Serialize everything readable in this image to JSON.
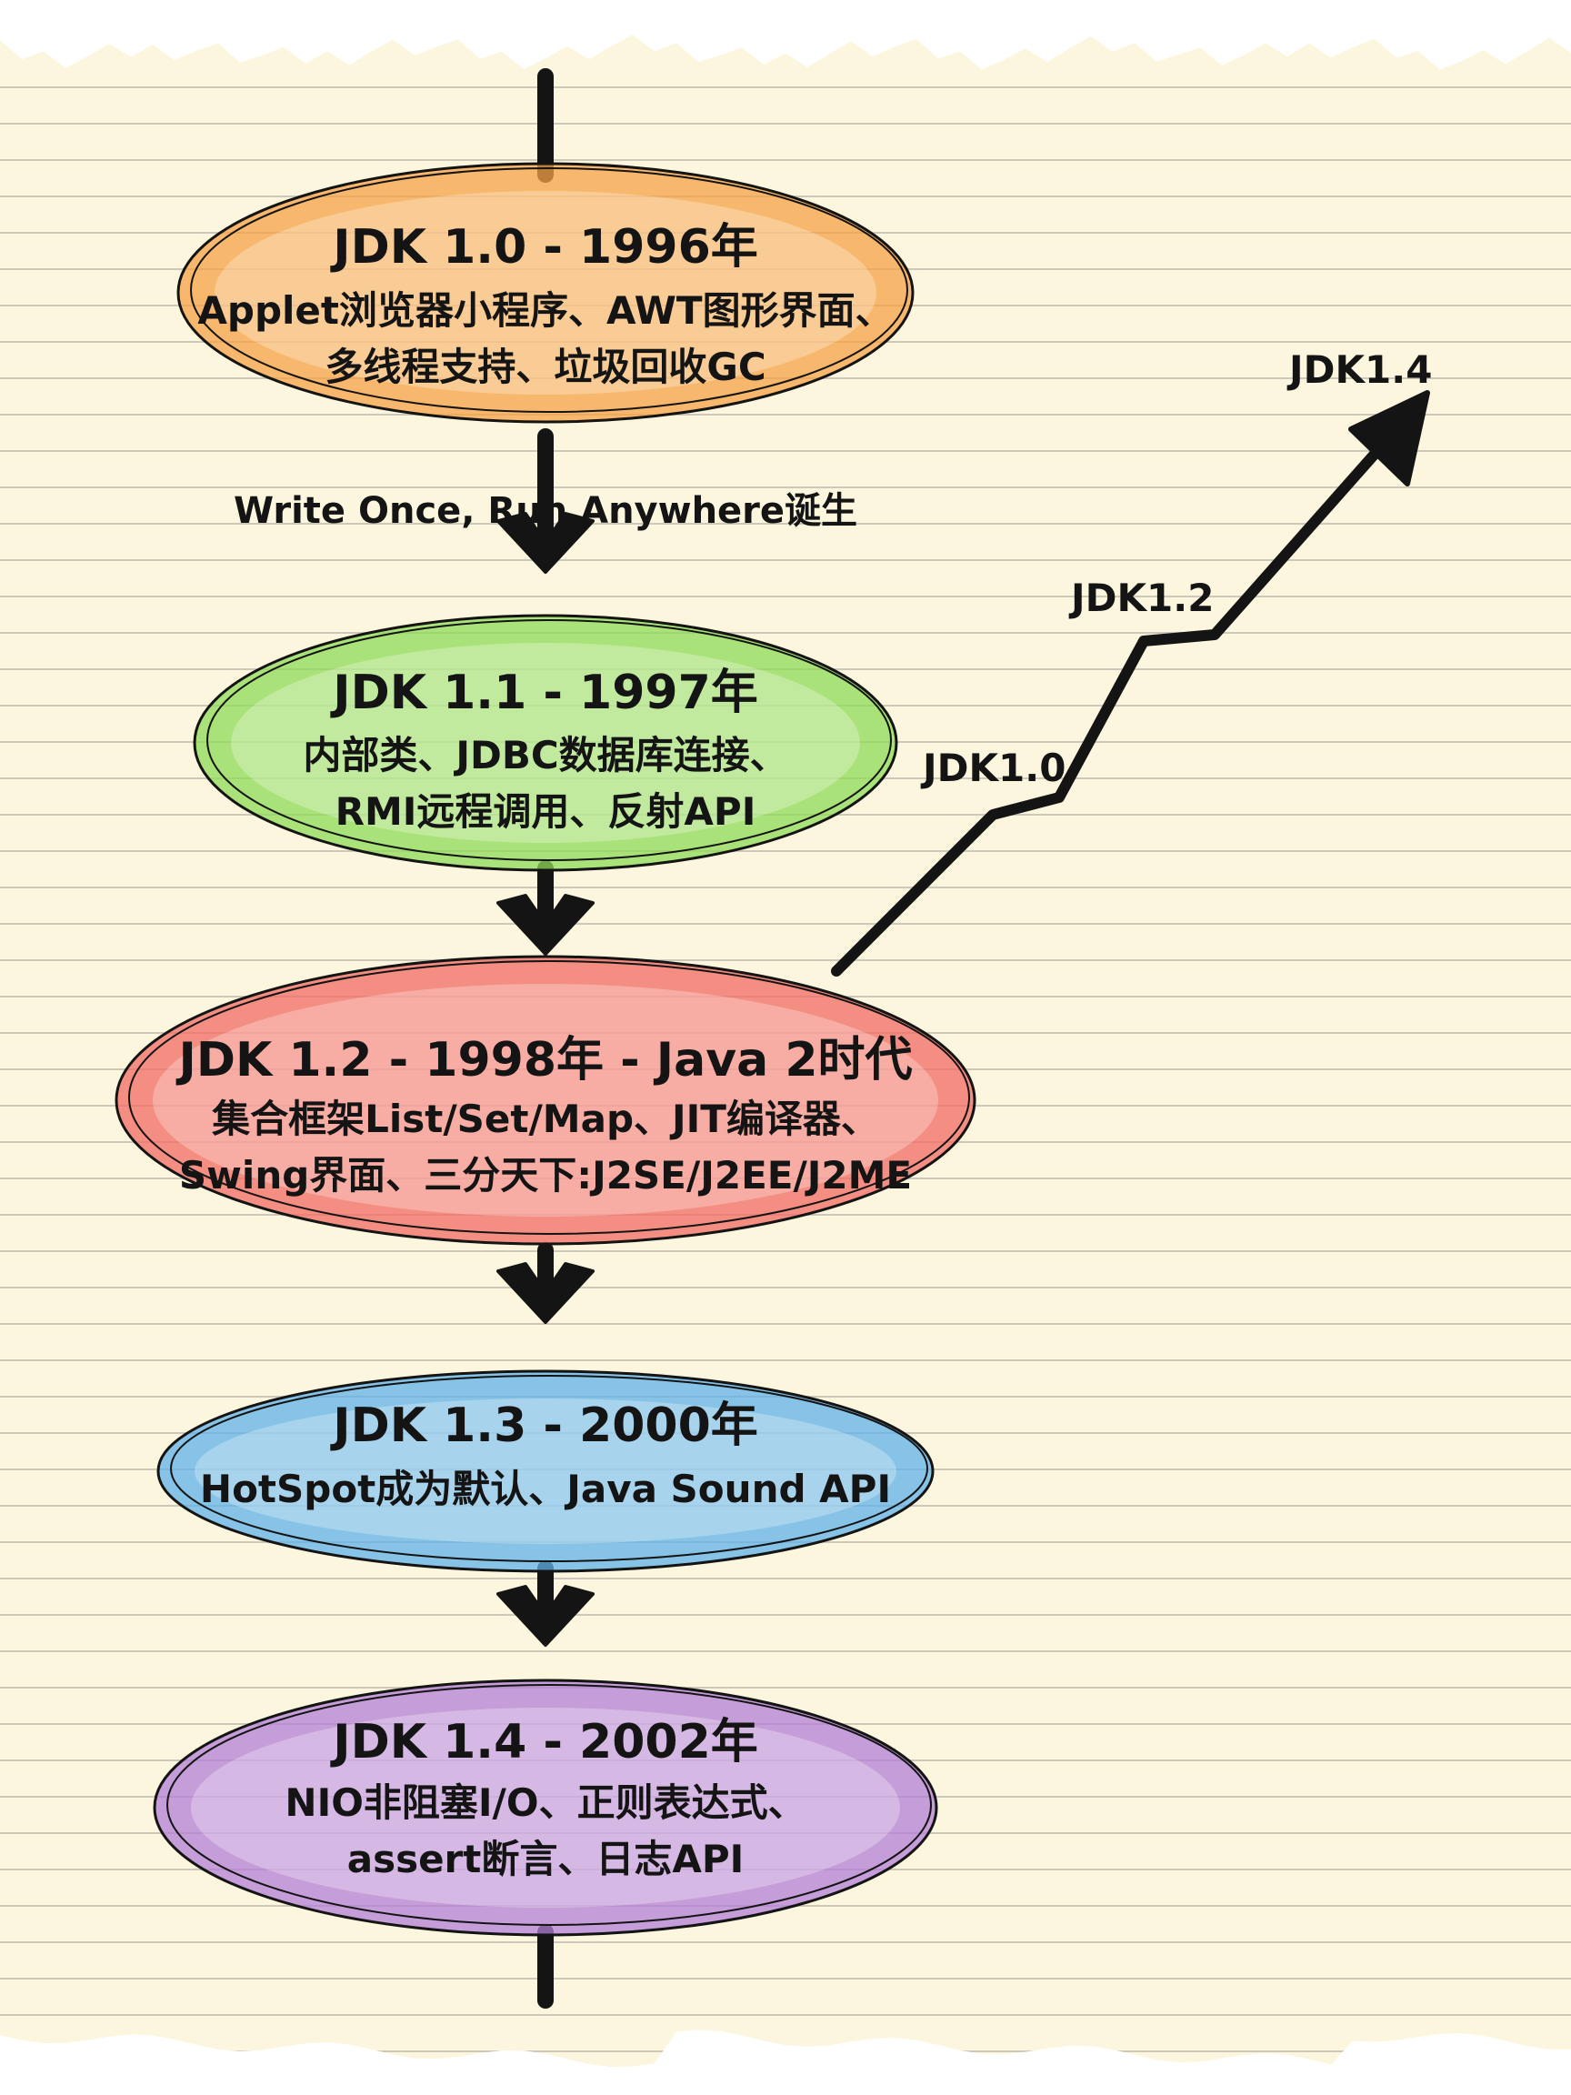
{
  "colors": {
    "paper": "#fbf6dd",
    "rule": "#cdc8b9",
    "ink": "#141414",
    "orange": "#f6a247",
    "green": "#8fdb58",
    "red": "#f26b63",
    "blue": "#5fb2ea",
    "purple": "#b37fd6"
  },
  "timeline": [
    {
      "title": "JDK 1.0 - 1996年",
      "lines": [
        "Applet浏览器小程序、AWT图形界面、",
        "多线程支持、垃圾回收GC"
      ],
      "color": "orange"
    },
    {
      "title": "JDK 1.1 - 1997年",
      "lines": [
        "内部类、JDBC数据库连接、",
        "RMI远程调用、反射API"
      ],
      "color": "green"
    },
    {
      "title": "JDK 1.2 - 1998年 - Java 2时代",
      "lines": [
        "集合框架List/Set/Map、JIT编译器、",
        "Swing界面、三分天下:J2SE/J2EE/J2ME"
      ],
      "color": "red"
    },
    {
      "title": "JDK 1.3 - 2000年",
      "lines": [
        "HotSpot成为默认、Java Sound API"
      ],
      "color": "blue"
    },
    {
      "title": "JDK 1.4 - 2002年",
      "lines": [
        "NIO非阻塞I/O、正则表达式、",
        "assert断言、日志API"
      ],
      "color": "purple"
    }
  ],
  "arrow_note": "Write Once, Run Anywhere诞生",
  "progress_labels": [
    "JDK1.0",
    "JDK1.2",
    "JDK1.4"
  ]
}
